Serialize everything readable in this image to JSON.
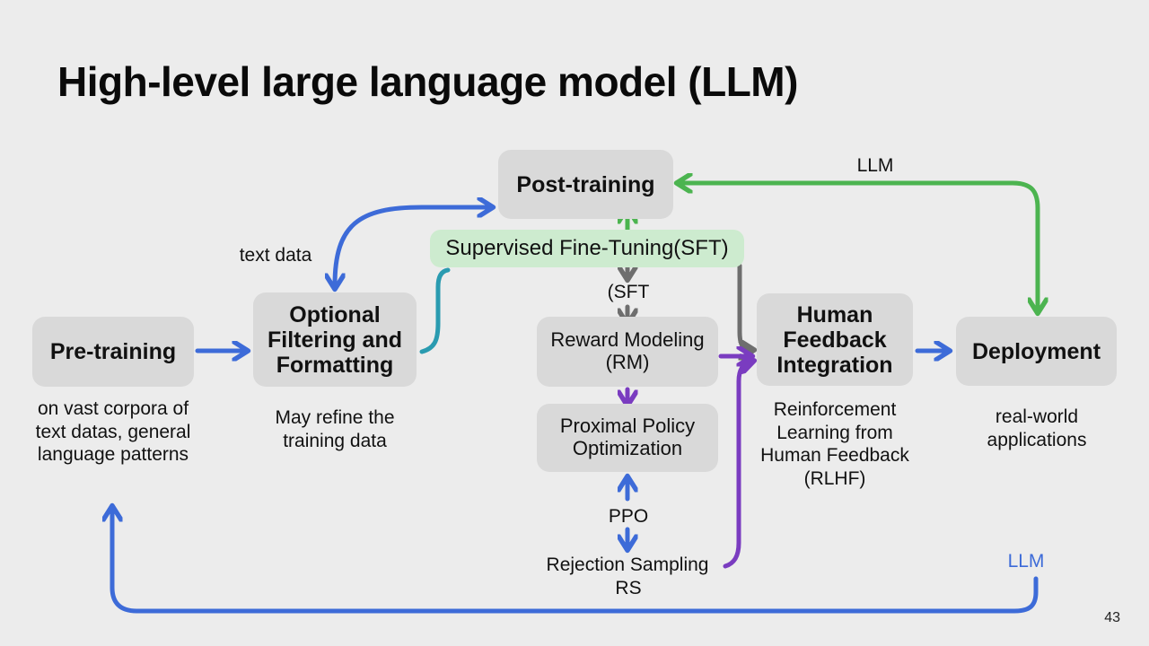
{
  "title": "High-level large language model (LLM)",
  "nodes": {
    "pre_training": "Pre-training",
    "filtering": "Optional Filtering and Formatting",
    "post_training": "Post-training",
    "sft": "Supervised Fine-Tuning(SFT)",
    "reward_modeling": "Reward Modeling (RM)",
    "ppo_box": "Proximal Policy Optimization",
    "human_feedback": "Human Feedback Integration",
    "deployment": "Deployment"
  },
  "captions": {
    "pre_training": "on vast corpora of text datas, general language patterns",
    "filtering": "May refine the training data",
    "human_feedback": "Reinforcement Learning from Human Feedback (RLHF)",
    "deployment": "real-world applications"
  },
  "edge_labels": {
    "text_data": "text data",
    "sft_short": "(SFT",
    "ppo": "PPO",
    "rejection_sampling": "Rejection Sampling",
    "rs": "RS",
    "llm_top": "LLM",
    "llm_bottom": "LLM"
  },
  "colors": {
    "blue": "#3d6bd8",
    "green": "#4cb450",
    "purple": "#7a3cc0",
    "gray": "#6e6e6e",
    "teal": "#2a9bb0",
    "node_fill": "#d9d9d9",
    "sft_fill": "#cdebcf"
  },
  "page_number": "43"
}
